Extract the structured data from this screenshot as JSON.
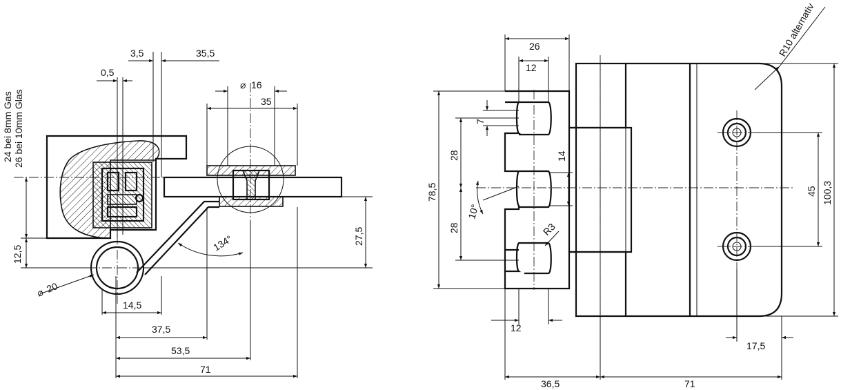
{
  "drawing": {
    "left_view": {
      "dim_3_5": "3,5",
      "dim_35_5": "35,5",
      "dim_0_5": "0,5",
      "dim_dia16": "16",
      "dim_35": "35",
      "note_glass_8": "24 bei 8mm Gas",
      "note_glass_10": "26 bei 10mm Glas",
      "dim_12_5": "12,5",
      "dim_27_5": "27,5",
      "dim_134deg": "134°",
      "dim_dia20": "20",
      "dim_14_5": "14,5",
      "dim_37_5": "37,5",
      "dim_53_5": "53,5",
      "dim_71": "71"
    },
    "right_view": {
      "dim_26": "26",
      "dim_12_top": "12",
      "dim_7": "7",
      "dim_28_upper": "28",
      "dim_14": "14",
      "dim_78_5": "78,5",
      "dim_10deg": "10°",
      "dim_28_lower": "28",
      "dim_r3": "R3",
      "dim_12_bottom": "12",
      "dim_36_5": "36,5",
      "dim_71": "71",
      "dim_45": "45",
      "dim_100_3": "100,3",
      "dim_17_5": "17,5",
      "note_r10": "R10 alternativ"
    }
  }
}
